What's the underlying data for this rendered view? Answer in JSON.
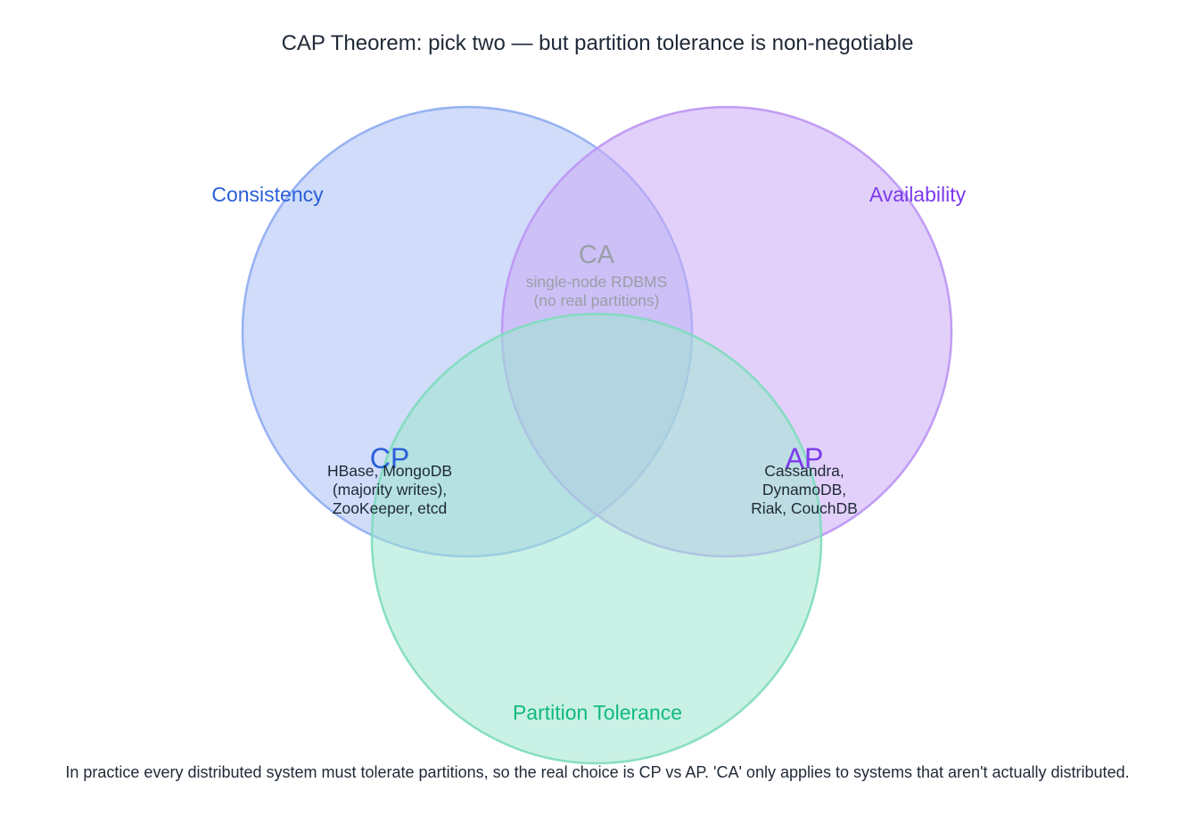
{
  "title": "CAP Theorem: pick two — but partition tolerance is non-negotiable",
  "sets": [
    {
      "id": "consistency",
      "label": "Consistency",
      "color": "#2a5fd9",
      "fill": "#a9bff4",
      "stroke": "#8eabf2"
    },
    {
      "id": "availability",
      "label": "Availability",
      "color": "#7c3aed",
      "fill": "#caaaf5",
      "stroke": "#bb93f4"
    },
    {
      "id": "partition",
      "label": "Partition Tolerance",
      "color": "#10b981",
      "fill": "#9fe6cf",
      "stroke": "#7ddbbb"
    }
  ],
  "regions": {
    "cp": {
      "code": "CP",
      "color": "#2a5fd9",
      "lines": [
        "HBase, MongoDB",
        "(majority writes),",
        "ZooKeeper, etcd"
      ]
    },
    "ap": {
      "code": "AP",
      "color": "#7c3aed",
      "lines": [
        "Cassandra,",
        "DynamoDB,",
        "Riak, CouchDB"
      ]
    },
    "ca": {
      "code": "CA",
      "color": "#9a9ea6",
      "lines": [
        "single-node RDBMS",
        "(no real partitions)"
      ]
    }
  },
  "footnote": "In practice every distributed system must tolerate partitions, so the real choice is CP vs AP. 'CA' only applies to systems that aren't actually distributed.",
  "colors": {
    "text": "#1f2937",
    "background": "#ffffff"
  }
}
